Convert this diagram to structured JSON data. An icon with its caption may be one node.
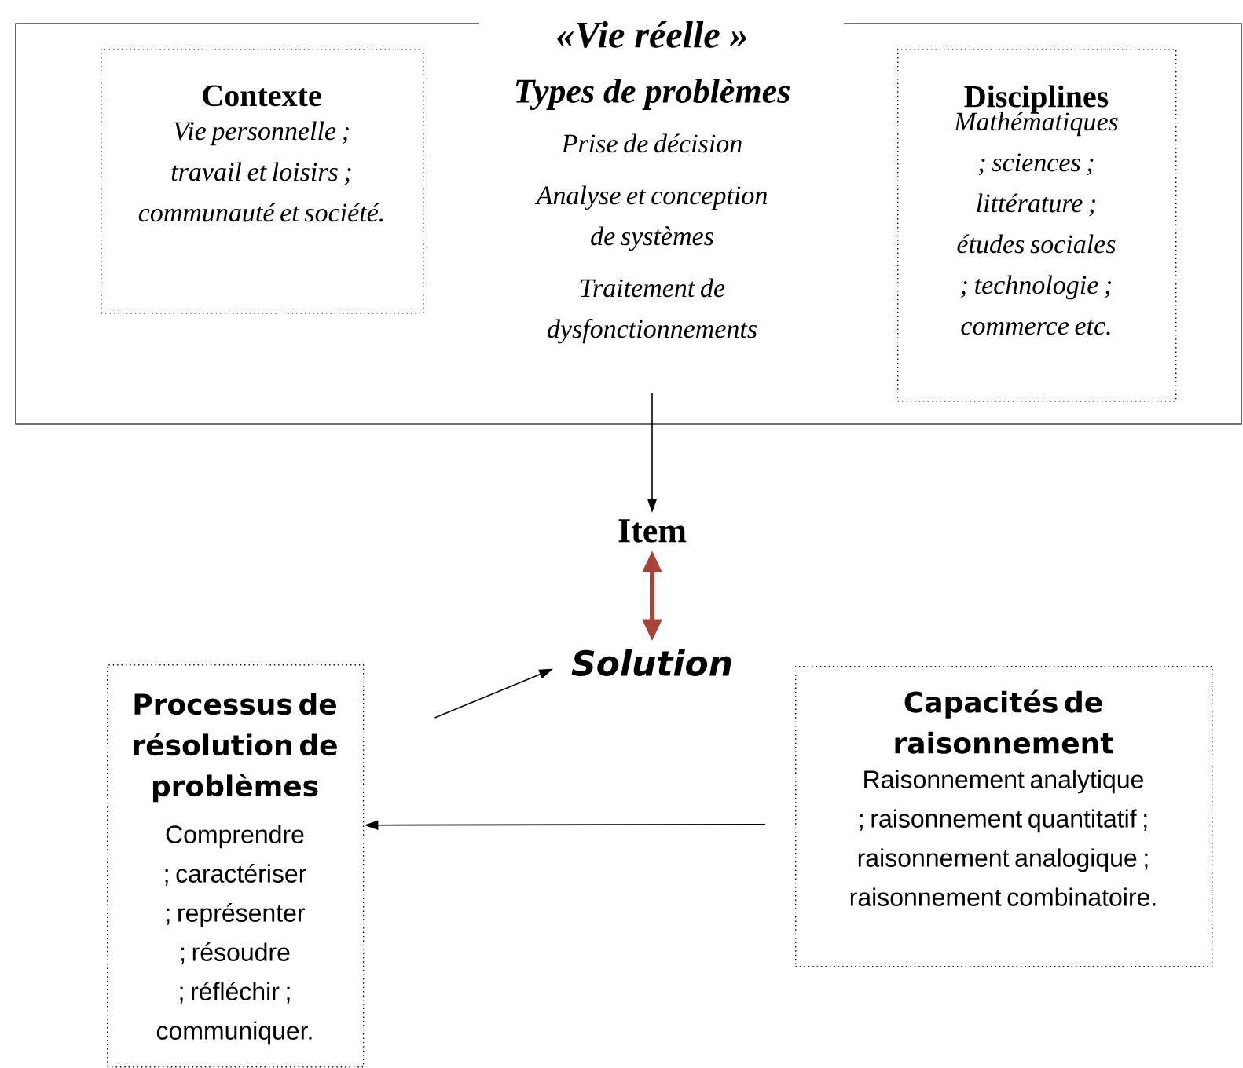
{
  "diagram": {
    "nodes": [
      {
        "text": [
          "«Vie réelle »",
          "Types de problèmes",
          "Prise de décision",
          "Analyse et conception de systèmes",
          "Traitement de dysfonctionnements"
        ]
      },
      {
        "text": [
          "Contexte",
          "Vie personnelle ; travail et loisirs ; communauté et société."
        ],
        "in": 0
      },
      {
        "text": [
          "Disciplines",
          "Mathématiques ; sciences ; littérature ; études sociales ; technologie ; commerce etc."
        ],
        "in": 0
      },
      {
        "text": [
          "Item"
        ]
      },
      {
        "text": [
          "Solution"
        ]
      },
      {
        "text": [
          "Processus de résolution de problèmes",
          "Comprendre ; caractériser ; représenter ; résoudre ; réfléchir ; communiquer."
        ]
      },
      {
        "text": [
          "Capacités de raisonnement",
          "Raisonnement analytique ; raisonnement quantitatif ; raisonnement analogique ; raisonnement combinatoire."
        ]
      }
    ],
    "edges": [
      {
        "from": 0,
        "to": 3,
        "arrow": "to"
      },
      {
        "from": 3,
        "to": 4,
        "arrow": "both",
        "style": "thick",
        "color": "#a8433a"
      },
      {
        "from": 5,
        "to": 4,
        "arrow": "to"
      },
      {
        "from": 6,
        "to": 5,
        "arrow": "to"
      }
    ]
  }
}
